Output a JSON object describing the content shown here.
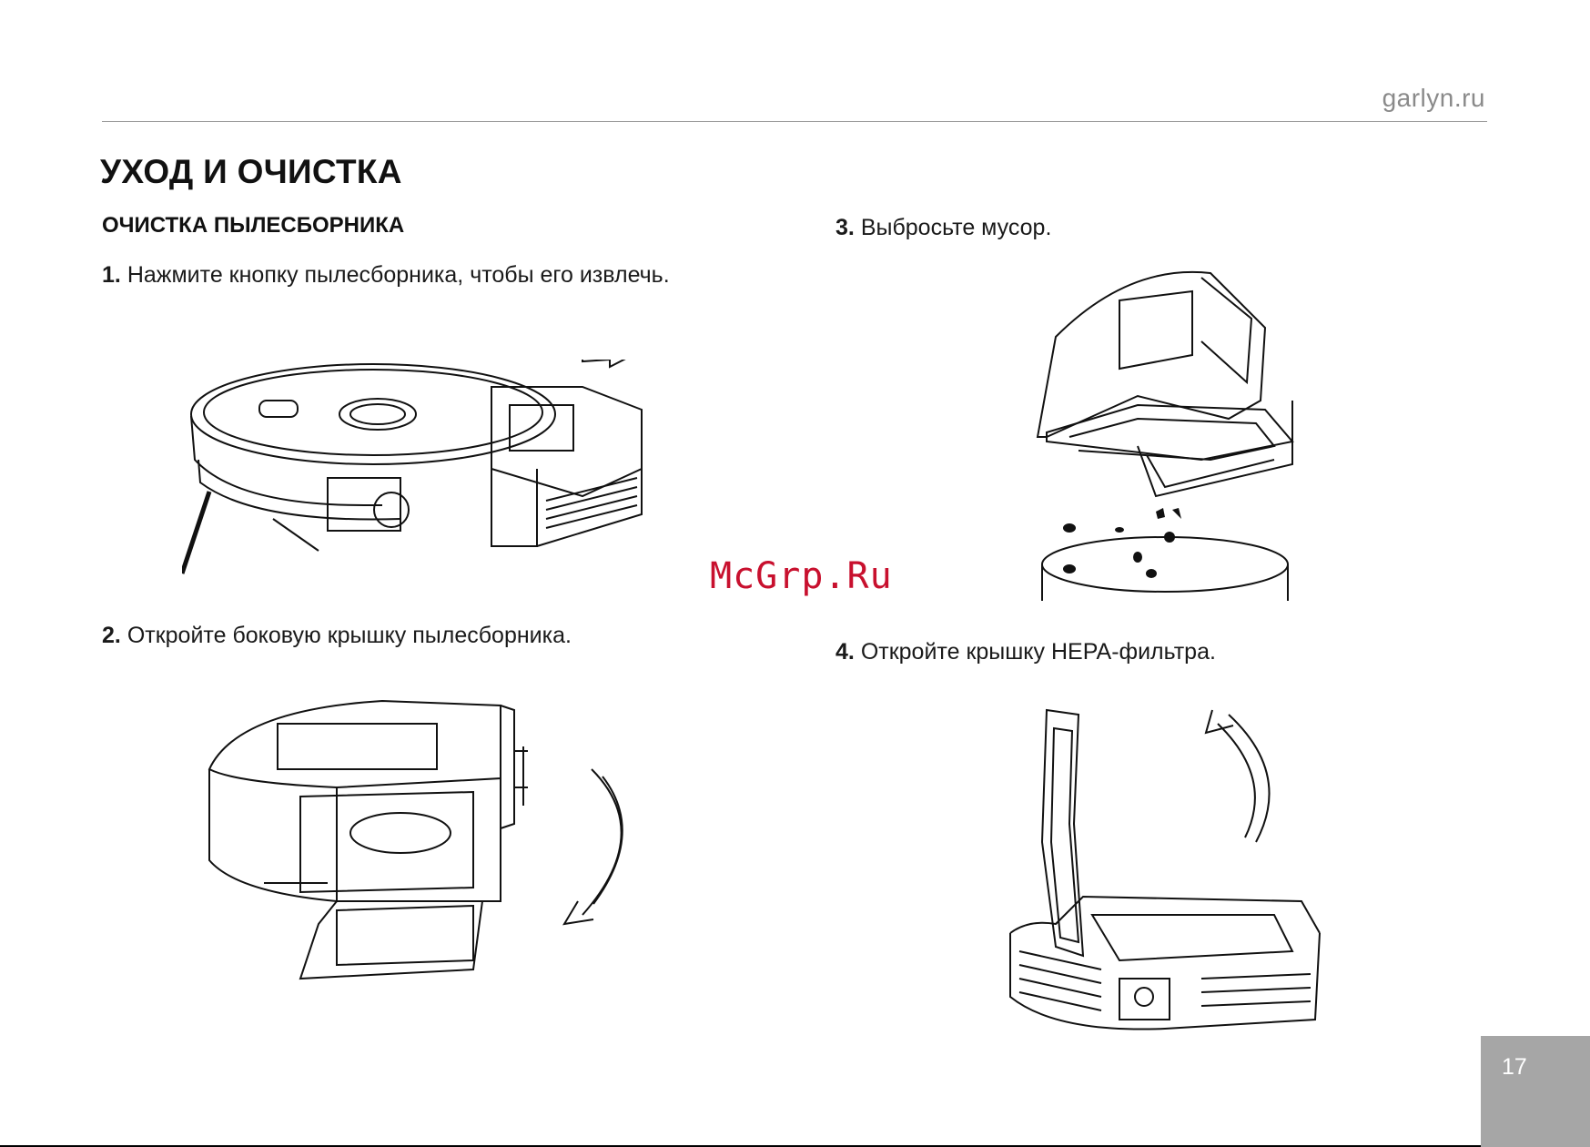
{
  "header": {
    "site": "garlyn.ru"
  },
  "section": {
    "title": "УХОД И ОЧИСТКА",
    "subtitle": "ОЧИСТКА ПЫЛЕСБОРНИКА"
  },
  "steps": [
    {
      "num": "1.",
      "text": "Нажмите кнопку пылесборника, чтобы его извлечь."
    },
    {
      "num": "2.",
      "text": "Откройте боковую крышку пылесборника."
    },
    {
      "num": "3.",
      "text": "Выбросьте мусор."
    },
    {
      "num": "4.",
      "text": "Откройте крышку HEPA-фильтра."
    }
  ],
  "watermark": "McGrp.Ru",
  "footer": {
    "page_number": "17"
  }
}
